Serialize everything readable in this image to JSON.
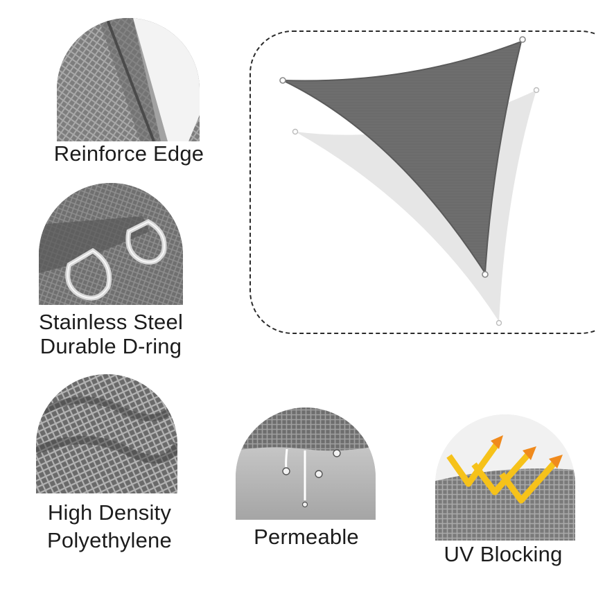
{
  "features": {
    "reinforce_edge": {
      "label": "Reinforce Edge",
      "icon": "reinforced-edge-closeup"
    },
    "d_ring": {
      "label_line1": "Stainless Steel",
      "label_line2": "Durable D-ring",
      "icon": "d-ring-closeup"
    },
    "density": {
      "label_line1": "High Density",
      "label_line2": "Polyethylene",
      "icon": "fabric-weave-closeup"
    },
    "permeable": {
      "label": "Permeable",
      "icon": "water-drips-closeup"
    },
    "uv": {
      "label": "UV Blocking",
      "icon": "uv-arrows-closeup"
    }
  },
  "hero": {
    "icon": "triangle-shade-sail",
    "sail_color": "#6b6b6b",
    "shadow_color": "#e6e6e6"
  },
  "colors": {
    "fabric_gray": "#8a8a8a",
    "uv_orange": "#f08a1c",
    "uv_yellow": "#f6c21a"
  }
}
